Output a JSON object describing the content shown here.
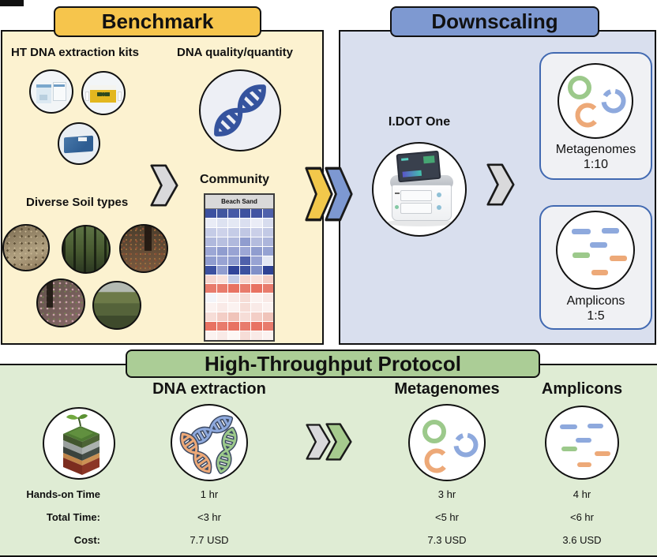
{
  "colors": {
    "benchmark_header": "#f6c54c",
    "benchmark_bg": "#fcf2d0",
    "downscaling_header": "#7e99d1",
    "downscaling_bg": "#d9dfee",
    "protocol_header": "#abcd96",
    "protocol_bg": "#dfecd4",
    "card_border": "#4169b1",
    "icon_green": "#9cc98b",
    "icon_blue": "#8ea9dd",
    "icon_orange": "#eda978",
    "helix_blue": "#35539e",
    "chevron_yellow": "#f2c84b",
    "chevron_blue": "#7d98d1",
    "chevron_green": "#a6cb8e",
    "chevron_grey": "#d9d9db"
  },
  "benchmark": {
    "title": "Benchmark",
    "kits_heading": "HT DNA extraction kits",
    "dna_heading": "DNA quality/quantity",
    "soil_heading": "Diverse Soil types",
    "community_heading": "Community",
    "heatmap": {
      "title": "Beach Sand",
      "rows": [
        [
          "#3c51a0",
          "#41569f",
          "#4659a6",
          "#3c51a0",
          "#4254a2",
          "#4f61ab"
        ],
        [
          "#e9ecf6",
          "#dde2f1",
          "#e4e8f4",
          "#dadff0",
          "#eaecf6",
          "#d7dcee"
        ],
        [
          "#c5cce7",
          "#cdd2ea",
          "#c5cce7",
          "#c0c7e4",
          "#cacfe8",
          "#c2c9e5"
        ],
        [
          "#b0b9dd",
          "#b8c0e0",
          "#b0b9dd",
          "#909dcf",
          "#b4bcde",
          "#acb5db"
        ],
        [
          "#9ca7d5",
          "#909dcf",
          "#98a3d3",
          "#9ca7d5",
          "#909dcf",
          "#95a2d2"
        ],
        [
          "#909dcf",
          "#98a3d3",
          "#909dcf",
          "#4f61ab",
          "#98a3d3",
          "#e4e8f4"
        ],
        [
          "#3c51a0",
          "#909dcf",
          "#31459a",
          "#3c51a0",
          "#8190c8",
          "#2e4294"
        ],
        [
          "#f6d7d0",
          "#f9e2dc",
          "#c5cce7",
          "#f6d7d0",
          "#f9e2dc",
          "#f3cec6"
        ],
        [
          "#e87b6c",
          "#e87b6c",
          "#e87262",
          "#e87b6c",
          "#e87262",
          "#e87b6c"
        ],
        [
          "#f3f4f9",
          "#fbf2f0",
          "#f9eae7",
          "#f6ddd7",
          "#fbf2f0",
          "#f9eae7"
        ],
        [
          "#fbf2f0",
          "#f9eae7",
          "#fbf2f0",
          "#f6ddd7",
          "#f9eae7",
          "#fbf2f0"
        ],
        [
          "#f6ddd7",
          "#f3cec6",
          "#f0c4ba",
          "#f6ddd7",
          "#f3cec6",
          "#f0c4ba"
        ],
        [
          "#e87262",
          "#e87b6c",
          "#e87262",
          "#e87b6c",
          "#e87262",
          "#e87b6c"
        ],
        [
          "#fbf2f0",
          "#f9eae7",
          "#fdf7f5",
          "#f6ddd7",
          "#f9eae7",
          "#fbf2f0"
        ]
      ]
    }
  },
  "downscaling": {
    "title": "Downscaling",
    "instrument_label": "I.DOT One",
    "cards": [
      {
        "label": "Metagenomes",
        "ratio": "1:10"
      },
      {
        "label": "Amplicons",
        "ratio": "1:5"
      }
    ]
  },
  "protocol": {
    "title": "High-Throughput Protocol",
    "row_labels": [
      "Hands-on Time",
      "Total Time:",
      "Cost:"
    ],
    "columns": [
      {
        "heading": "DNA extraction",
        "hands_on": "1 hr",
        "total_time": "<3 hr",
        "cost": "7.7 USD"
      },
      {
        "heading": "Metagenomes",
        "hands_on": "3 hr",
        "total_time": "<5 hr",
        "cost": "7.3 USD"
      },
      {
        "heading": "Amplicons",
        "hands_on": "4 hr",
        "total_time": "<6 hr",
        "cost": "3.6 USD"
      }
    ]
  }
}
